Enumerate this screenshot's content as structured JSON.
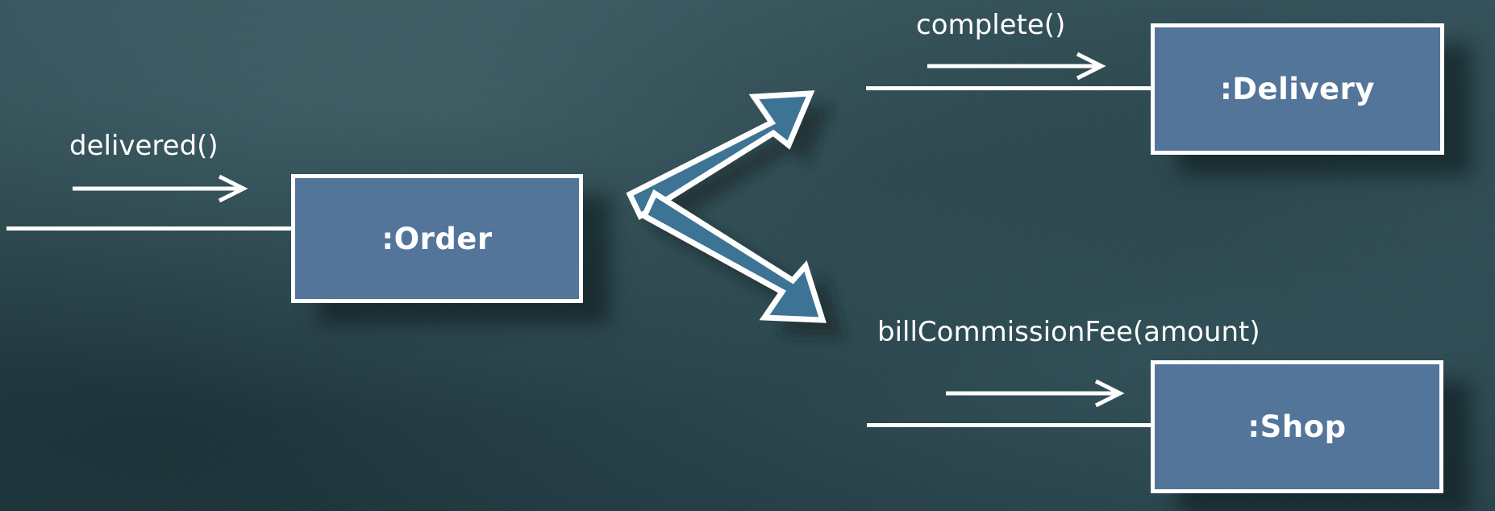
{
  "objects": {
    "order": ":Order",
    "delivery": ":Delivery",
    "shop": ":Shop"
  },
  "messages": {
    "delivered": "delivered()",
    "complete": "complete()",
    "bill": "billCommissionFee(amount)"
  },
  "colors": {
    "background": "#2f4a52",
    "box_fill": "#537599",
    "big_arrow_fill": "#3d7394",
    "line": "#ffffff"
  }
}
